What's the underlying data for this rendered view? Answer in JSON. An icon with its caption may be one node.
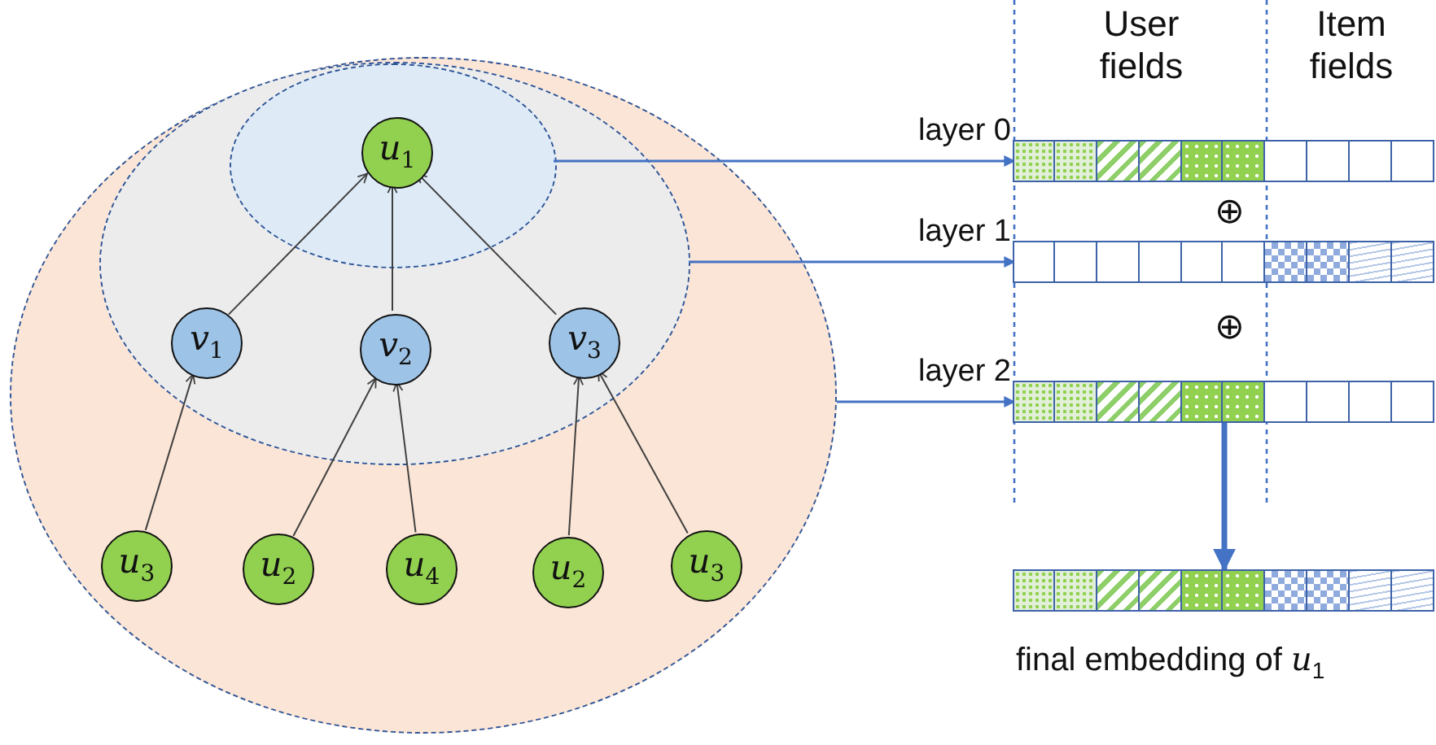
{
  "diagram": {
    "nodes": [
      {
        "text": [],
        "shape": "ellipse"
      },
      {
        "text": [],
        "shape": "ellipse",
        "in": 0
      },
      {
        "text": [],
        "shape": "ellipse",
        "in": 1
      },
      {
        "text": [
          "*u*$_{1}$"
        ],
        "in": 2
      },
      {
        "text": [
          "*v*$_{1}$"
        ],
        "in": 1
      },
      {
        "text": [
          "*v*$_{2}$"
        ],
        "in": 1
      },
      {
        "text": [
          "*v*$_{3}$"
        ],
        "in": 1
      },
      {
        "text": [
          "*u*$_{3}$"
        ],
        "in": 0
      },
      {
        "text": [
          "*u*$_{2}$"
        ],
        "in": 0
      },
      {
        "text": [
          "*u*$_{4}$"
        ],
        "in": 0
      },
      {
        "text": [
          "*u*$_{2}$"
        ],
        "in": 0
      },
      {
        "text": [
          "*u*$_{3}$"
        ],
        "in": 0
      },
      {
        "text": [],
        "shape": "bar"
      },
      {
        "text": [],
        "shape": "bar"
      },
      {
        "text": [],
        "shape": "bar"
      },
      {
        "text": [],
        "shape": "bar",
        "beside": [
          "final embedding of *u*$_{1}$"
        ]
      }
    ],
    "edges": [
      {
        "from": 4,
        "to": 3,
        "arrow": "to"
      },
      {
        "from": 5,
        "to": 3,
        "arrow": "to"
      },
      {
        "from": 6,
        "to": 3,
        "arrow": "to"
      },
      {
        "from": 7,
        "to": 4,
        "arrow": "to"
      },
      {
        "from": 8,
        "to": 5,
        "arrow": "to"
      },
      {
        "from": 9,
        "to": 5,
        "arrow": "to"
      },
      {
        "from": 10,
        "to": 6,
        "arrow": "to"
      },
      {
        "from": 11,
        "to": 6,
        "arrow": "to"
      },
      {
        "from": 2,
        "to": 12,
        "arrow": "to",
        "label": "layer 0",
        "color": "#4472c4"
      },
      {
        "from": 1,
        "to": 13,
        "arrow": "to",
        "label": "layer 1",
        "color": "#4472c4"
      },
      {
        "from": 0,
        "to": 14,
        "arrow": "to",
        "label": "layer 2",
        "color": "#4472c4"
      },
      {
        "from": 14,
        "to": 15,
        "arrow": "to",
        "style": "thick",
        "color": "#4472c4"
      }
    ],
    "labels": [
      "User fields",
      "Item fields",
      "⊕",
      "⊕"
    ]
  }
}
